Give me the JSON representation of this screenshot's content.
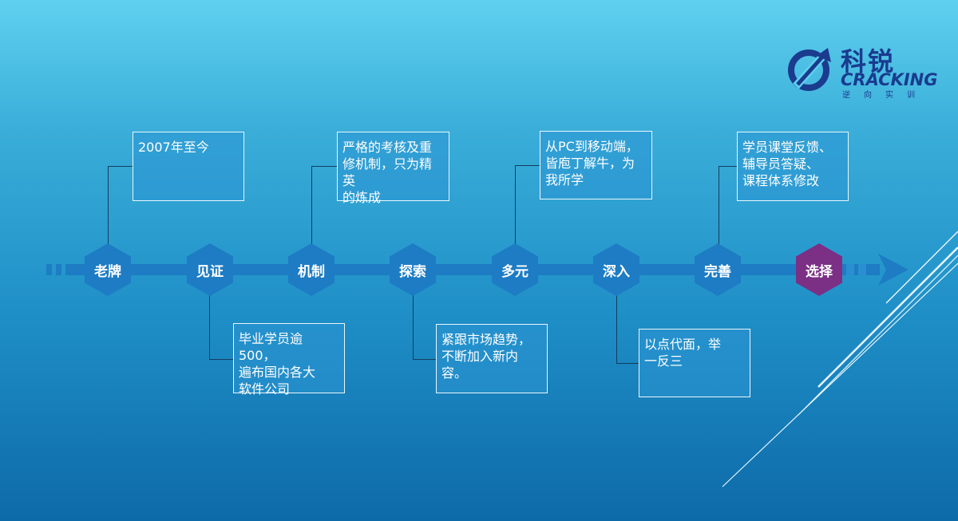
{
  "timeline": {
    "nodes": [
      {
        "label": "老牌"
      },
      {
        "label": "见证"
      },
      {
        "label": "机制"
      },
      {
        "label": "探索"
      },
      {
        "label": "多元"
      },
      {
        "label": "深入"
      },
      {
        "label": "完善"
      },
      {
        "label": "选择",
        "selected": true
      }
    ],
    "top_boxes": [
      {
        "text": "2007年至今"
      },
      {
        "text": "严格的考核及重\n修机制，只为精英\n的炼成"
      },
      {
        "text": "从PC到移动端，\n皆庖丁解牛，为\n我所学"
      },
      {
        "text": "学员课堂反馈、\n辅导员答疑、\n课程体系修改"
      }
    ],
    "bottom_boxes": [
      {
        "text": "毕业学员逾500，\n遍布国内各大\n软件公司"
      },
      {
        "text": "紧跟市场趋势，\n不断加入新内容。"
      },
      {
        "text": "以点代面，举\n一反三"
      }
    ]
  },
  "logo": {
    "name_cn": "科锐",
    "name_en": "CRACKING",
    "subtitle": "逆向实训"
  },
  "colors": {
    "node": "#1d7cc4",
    "node_selected": "#7b2f85",
    "logo": "#1a3b8e"
  }
}
